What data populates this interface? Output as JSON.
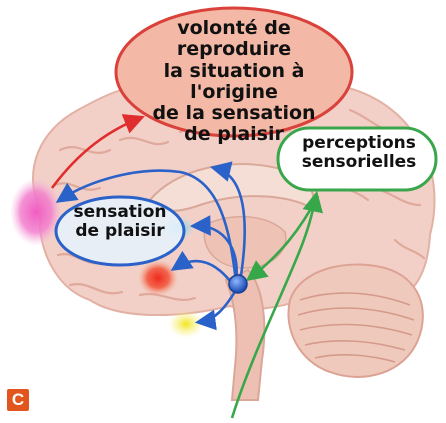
{
  "diagram": {
    "labels": {
      "will": "volonté de reproduire\nla situation à l'origine\nde la sensation\nde plaisir",
      "perceptions": "perceptions\nsensorielles",
      "pleasure": "sensation\nde plaisir"
    },
    "panel_letter": "C",
    "colors": {
      "will_bubble_fill": "#f3b9a6",
      "will_bubble_stroke": "#d9413a",
      "perceptions_stroke": "#3aa64b",
      "pleasure_stroke": "#2a62c9",
      "pleasure_fill": "#e6f0fa",
      "arrow_red": "#e02d2d",
      "arrow_blue": "#2a62c9",
      "arrow_green": "#37a84a",
      "spot_pink": "#f05cc0",
      "spot_cyan": "#39c8e6",
      "spot_red": "#f02a1e",
      "spot_yellow": "#f3e51b",
      "panel_accent": "#e2561e"
    }
  }
}
